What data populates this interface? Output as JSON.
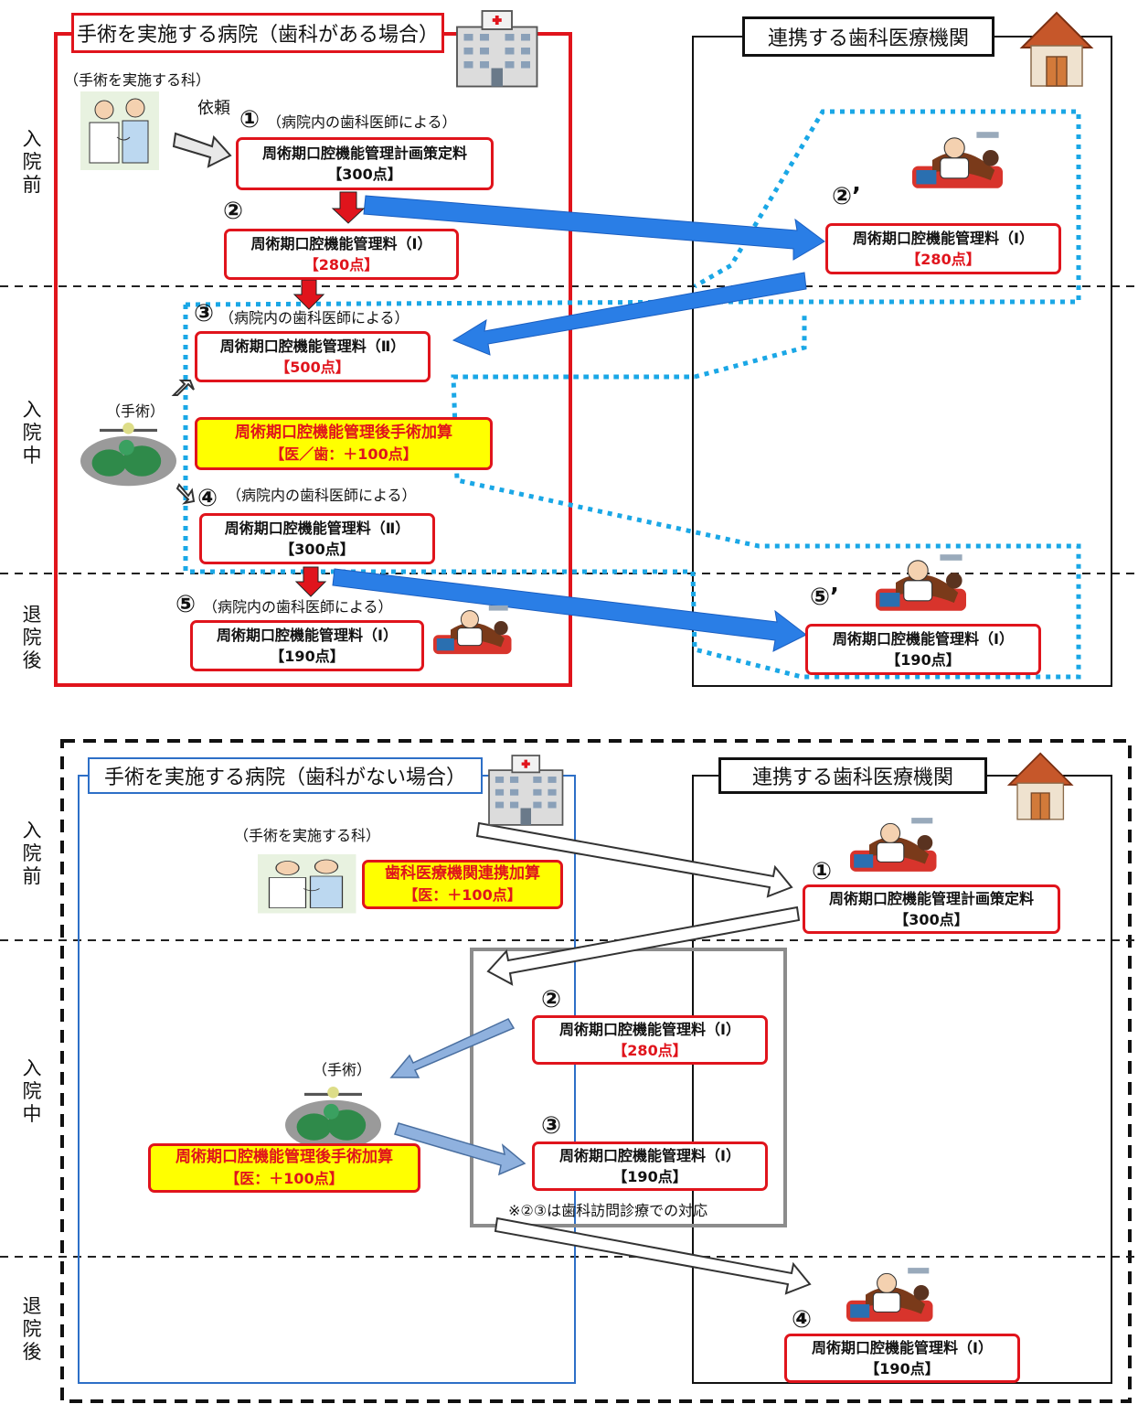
{
  "colors": {
    "frame_red": "#e0141c",
    "dotted_blue": "#1aa7e6",
    "arrow_blue": "#2a7ee6",
    "arrow_soft_blue": "#8fb1de",
    "highlight_yellow": "#ffff00",
    "frame_blue": "#2d6fc7",
    "frame_gray": "#8c8c8c"
  },
  "top": {
    "hospital_title": "手術を実施する病院（歯科がある場合）",
    "partner_title": "連携する歯科医療機関",
    "dept_label": "（手術を実施する科）",
    "request_label": "依頼",
    "phases": [
      "入院前",
      "入院中",
      "退院後"
    ],
    "surgery_label": "（手術）",
    "steps": [
      {
        "num": "①",
        "note": "（病院内の歯科医師による）",
        "name": "周術期口腔機能管理計画策定料",
        "points": "【300点】"
      },
      {
        "num": "②",
        "note": "",
        "name": "周術期口腔機能管理料（Ⅰ）",
        "points": "【280点】"
      },
      {
        "num": "③",
        "note": "（病院内の歯科医師による）",
        "name": "周術期口腔機能管理料（Ⅱ）",
        "points": "【500点】"
      },
      {
        "num": "④",
        "note": "（病院内の歯科医師による）",
        "name": "周術期口腔機能管理料（Ⅱ）",
        "points": "【300点】"
      },
      {
        "num": "⑤",
        "note": "（病院内の歯科医師による）",
        "name": "周術期口腔機能管理料（Ⅰ）",
        "points": "【190点】"
      }
    ],
    "addition": {
      "name": "周術期口腔機能管理後手術加算",
      "points": "【医／歯：＋100点】"
    },
    "partner_steps": [
      {
        "num": "②’",
        "name": "周術期口腔機能管理料（Ⅰ）",
        "points": "【280点】"
      },
      {
        "num": "⑤’",
        "name": "周術期口腔機能管理料（Ⅰ）",
        "points": "【190点】"
      }
    ]
  },
  "bottom": {
    "hospital_title": "手術を実施する病院（歯科がない場合）",
    "partner_title": "連携する歯科医療機関",
    "dept_label": "（手術を実施する科）",
    "phases": [
      "入院前",
      "入院中",
      "退院後"
    ],
    "surgery_label": "（手術）",
    "coop_addition": {
      "name": "歯科医療機関連携加算",
      "points": "【医：＋100点】"
    },
    "surgery_addition": {
      "name": "周術期口腔機能管理後手術加算",
      "points": "【医：＋100点】"
    },
    "steps": [
      {
        "num": "①",
        "name": "周術期口腔機能管理計画策定料",
        "points": "【300点】"
      },
      {
        "num": "②",
        "name": "周術期口腔機能管理料（Ⅰ）",
        "points": "【280点】"
      },
      {
        "num": "③",
        "name": "周術期口腔機能管理料（Ⅰ）",
        "points": "【190点】"
      },
      {
        "num": "④",
        "name": "周術期口腔機能管理料（Ⅰ）",
        "points": "【190点】"
      }
    ],
    "visit_note": "※②③は歯科訪問診療での対応"
  }
}
